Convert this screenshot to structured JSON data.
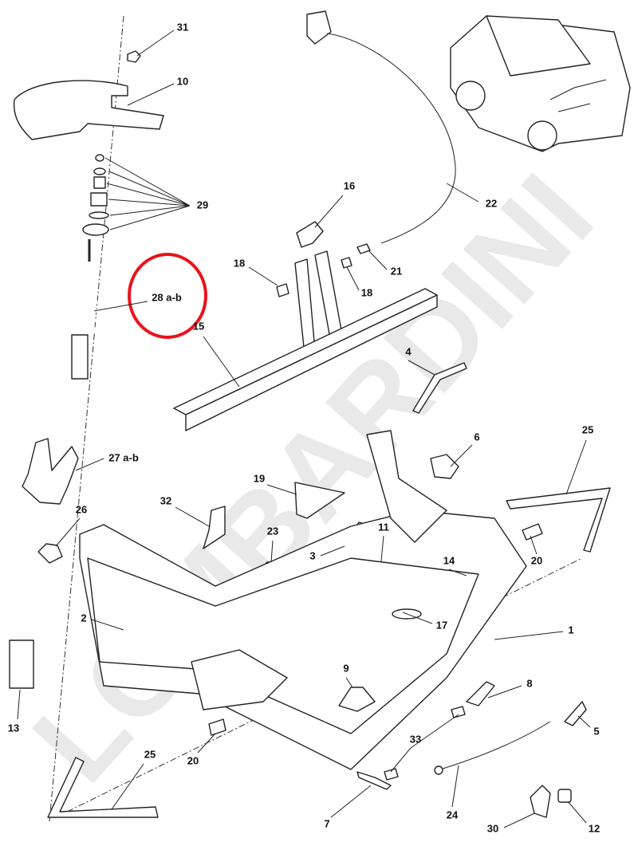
{
  "watermark": "LOMBARDINI",
  "highlight_color": "#e8141c",
  "labels": {
    "l31": "31",
    "l10": "10",
    "l29": "29",
    "l28": "28 a-b",
    "l15": "15",
    "l16": "16",
    "l22": "22",
    "l18a": "18",
    "l21": "21",
    "l18b": "18",
    "l4": "4",
    "l6": "6",
    "l25a": "25",
    "l27": "27 a-b",
    "l26": "26",
    "l19": "19",
    "l32": "32",
    "l23": "23",
    "l11": "11",
    "l3": "3",
    "l14": "14",
    "l20a": "20",
    "l2": "2",
    "l17": "17",
    "l1": "1",
    "l9": "9",
    "l8": "8",
    "l13": "13",
    "l5": "5",
    "l20b": "20",
    "l33": "33",
    "l25b": "25",
    "l24": "24",
    "l7": "7",
    "l30": "30",
    "l12": "12"
  }
}
